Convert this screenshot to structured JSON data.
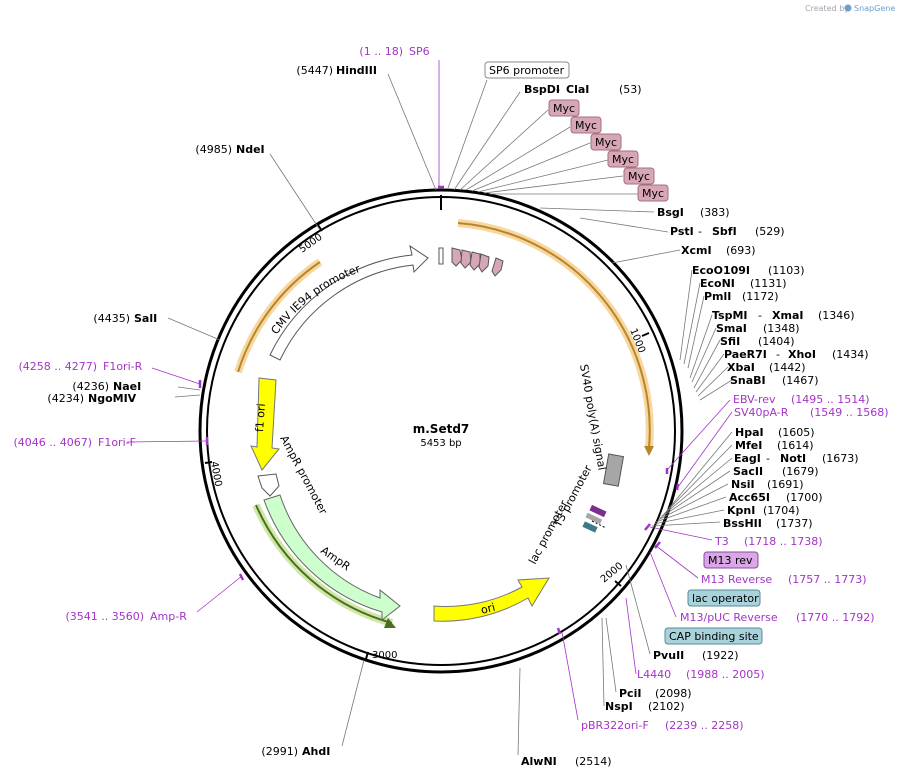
{
  "credit": {
    "text": "Created by",
    "brand": "SnapGene"
  },
  "plasmid": {
    "name": "m.Setd7",
    "length": "5453 bp"
  },
  "ticks": [
    "1000",
    "2000",
    "3000",
    "4000",
    "5000"
  ],
  "features": {
    "cmv": "CMV IE94 promoter",
    "f1ori": "f1 ori",
    "ampr_promoter": "AmpR promoter",
    "ampr": "AmpR",
    "ori": "ori",
    "sv40": "SV40 poly(A) signal",
    "t3promoter": "T3 promoter",
    "lacpromoter": "lac promoter"
  },
  "boxes": {
    "sp6": "SP6 promoter",
    "myc": "Myc",
    "m13rev": "M13 rev",
    "lacop": "lac operator",
    "cap": "CAP binding site"
  },
  "enzymes": {
    "hindiii": {
      "pos": "(5447)",
      "name": "HindIII"
    },
    "ndei": {
      "pos": "(4985)",
      "name": "NdeI"
    },
    "sali": {
      "pos": "(4435)",
      "name": "SalI"
    },
    "naei": {
      "pos": "(4236)",
      "name": "NaeI"
    },
    "ngomiv": {
      "pos": "(4234)",
      "name": "NgoMIV"
    },
    "ahdi": {
      "pos": "(2991)",
      "name": "AhdI"
    },
    "bspdi": {
      "name": "BspDI",
      "sep": " - ",
      "name2": "ClaI",
      "pos": "(53)"
    },
    "bsgi": {
      "name": "BsgI",
      "pos": "(383)"
    },
    "psti": {
      "name": "PstI",
      "sep": " - ",
      "name2": "SbfI",
      "pos": "(529)"
    },
    "xcmi": {
      "name": "XcmI",
      "pos": "(693)"
    },
    "eco0109i": {
      "name": "EcoO109I",
      "pos": "(1103)"
    },
    "econi": {
      "name": "EcoNI",
      "pos": "(1131)"
    },
    "pmli": {
      "name": "PmlI",
      "pos": "(1172)"
    },
    "tspmi": {
      "name": "TspMI",
      "sep": " - ",
      "name2": "XmaI",
      "pos": "(1346)"
    },
    "smai": {
      "name": "SmaI",
      "pos": "(1348)"
    },
    "sfii": {
      "name": "SfiI",
      "pos": "(1404)"
    },
    "paer7i": {
      "name": "PaeR7I",
      "sep": " - ",
      "name2": "XhoI",
      "pos": "(1434)"
    },
    "xbai": {
      "name": "XbaI",
      "pos": "(1442)"
    },
    "snabi": {
      "name": "SnaBI",
      "pos": "(1467)"
    },
    "hpai": {
      "name": "HpaI",
      "pos": "(1605)"
    },
    "mfei": {
      "name": "MfeI",
      "pos": "(1614)"
    },
    "eagi": {
      "name": "EagI",
      "sep": " - ",
      "name2": "NotI",
      "pos": "(1673)"
    },
    "sacii": {
      "name": "SacII",
      "pos": "(1679)"
    },
    "nsii": {
      "name": "NsiI",
      "pos": "(1691)"
    },
    "acc65i": {
      "name": "Acc65I",
      "pos": "(1700)"
    },
    "kpni": {
      "name": "KpnI",
      "pos": "(1704)"
    },
    "bsshii": {
      "name": "BssHII",
      "pos": "(1737)"
    },
    "pvuii": {
      "name": "PvuII",
      "pos": "(1922)"
    },
    "pcii": {
      "name": "PciI",
      "pos": "(2098)"
    },
    "nspi": {
      "name": "NspI",
      "pos": "(2102)"
    },
    "alwni": {
      "name": "AlwNI",
      "pos": "(2514)"
    }
  },
  "primers": {
    "sp6": {
      "range": "(1 .. 18)",
      "name": "SP6"
    },
    "f1orir": {
      "range": "(4258 .. 4277)",
      "name": "F1ori-R"
    },
    "f1orif": {
      "range": "(4046 .. 4067)",
      "name": "F1ori-F"
    },
    "ampr": {
      "range": "(3541 .. 3560)",
      "name": "Amp-R"
    },
    "ebvrev": {
      "name": "EBV-rev",
      "range": "(1495 .. 1514)"
    },
    "sv40par": {
      "name": "SV40pA-R",
      "range": "(1549 .. 1568)"
    },
    "t3": {
      "name": "T3",
      "range": "(1718 .. 1738)"
    },
    "m13reverse": {
      "name": "M13 Reverse",
      "range": "(1757 .. 1773)"
    },
    "m13puc": {
      "name": "M13/pUC Reverse",
      "range": "(1770 .. 1792)"
    },
    "l4440": {
      "name": "L4440",
      "range": "(1988 .. 2005)"
    },
    "pbr322": {
      "name": "pBR322ori-F",
      "range": "(2239 .. 2258)"
    }
  },
  "colors": {
    "backbone": "#000000",
    "promoter_fill": "#ffffff",
    "origin_yellow": "#ffff00",
    "ampr_green": "#ccffcc",
    "myc_pink": "#d8a7b5",
    "polya_gray": "#a6a6a6",
    "lacop_blue": "#a9d3dc",
    "primer_purple": "#a334c7",
    "orf_orange": "#f0a830",
    "orf_green": "#5b8a2b"
  }
}
